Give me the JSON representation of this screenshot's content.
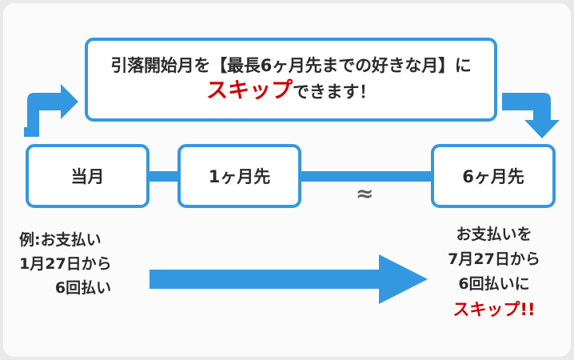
{
  "theme": {
    "accent_blue": "#3498e0",
    "alert_red": "#cc0000",
    "text_dark": "#2b2b2b",
    "card_bg": "#fbfbfb",
    "page_bg": "#e9e9e9",
    "approx_gray": "#5e5e5e"
  },
  "callout": {
    "line1": "引落開始月を【最長6ヶ月先までの好きな月】に",
    "line2_emphasis": "スキップ",
    "line2_tail": "できます！"
  },
  "arrows": {
    "left_elbow_icon": "elbow-arrow-up-right-icon",
    "right_elbow_icon": "elbow-arrow-right-down-icon",
    "big_arrow_icon": "arrow-right-thick-icon"
  },
  "timeline": {
    "boxes": [
      {
        "label": "当月"
      },
      {
        "label": "1ヶ月先"
      },
      {
        "label": "6ヶ月先"
      }
    ],
    "approx_symbol": "≈"
  },
  "left_note": {
    "lines": [
      "例:お支払い",
      "1月27日から",
      "6回払い"
    ]
  },
  "right_note": {
    "lines": [
      "お支払いを",
      "7月27日から",
      "6回払いに"
    ],
    "emphasis": "スキップ!!"
  }
}
